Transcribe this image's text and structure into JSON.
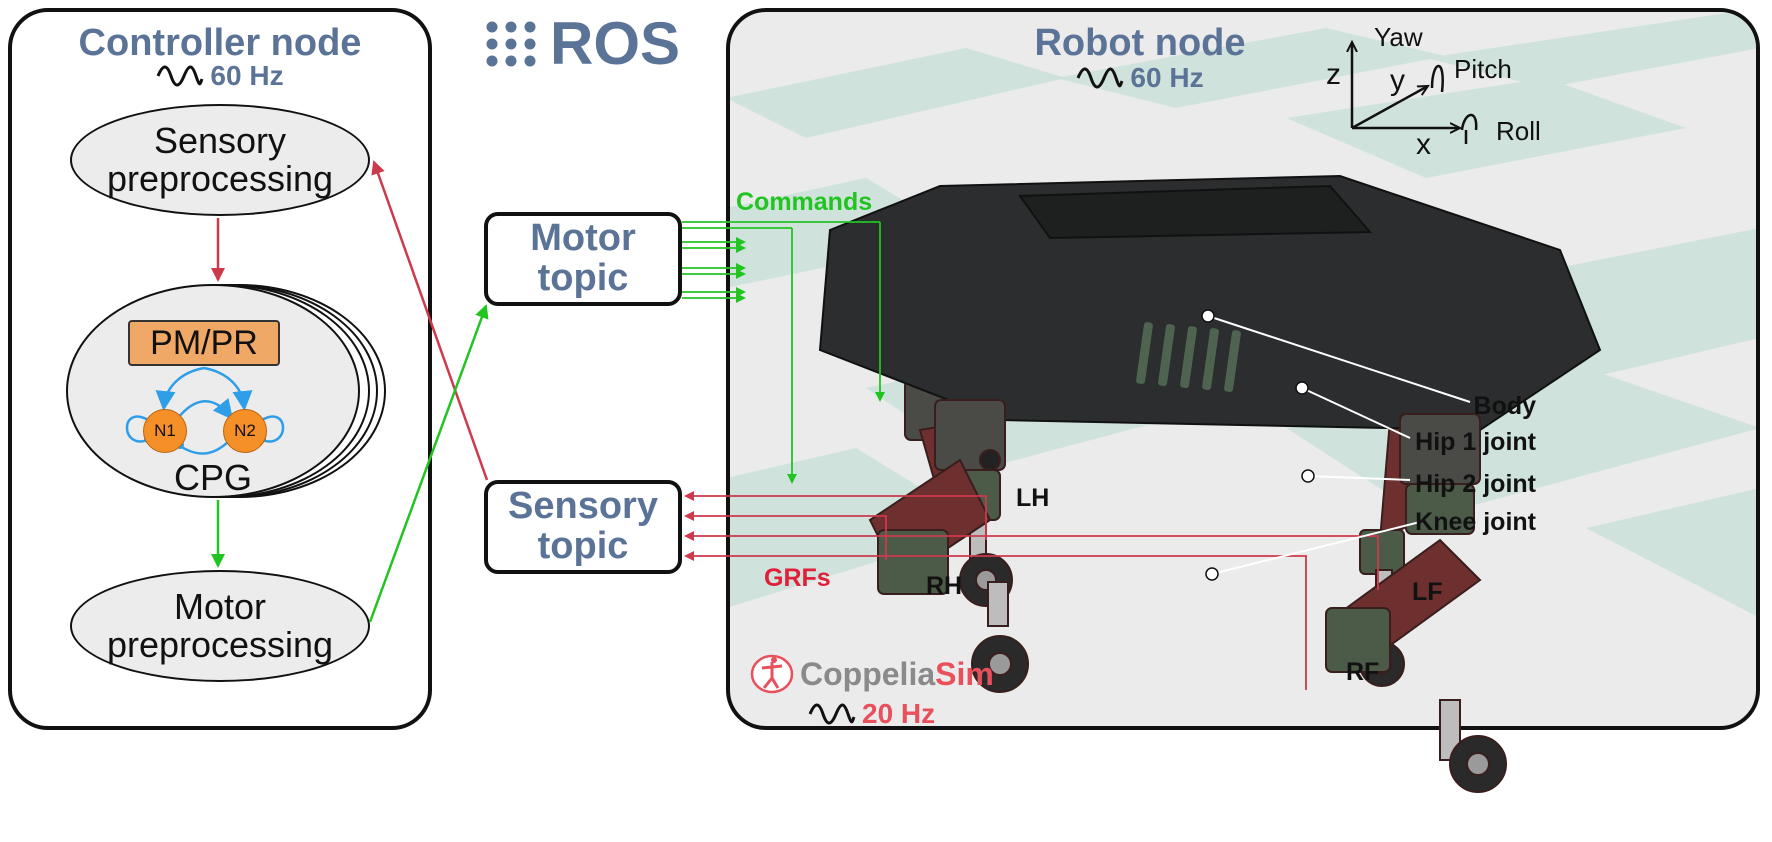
{
  "controller": {
    "title": "Controller node",
    "rate": "60 Hz",
    "sensory_line1": "Sensory",
    "sensory_line2": "preprocessing",
    "pmpr": "PM/PR",
    "n1": "N1",
    "n2": "N2",
    "cpg": "CPG",
    "motor_line1": "Motor",
    "motor_line2": "preprocessing"
  },
  "ros": {
    "label": "ROS"
  },
  "topics": {
    "motor_line1": "Motor",
    "motor_line2": "topic",
    "sensory_line1": "Sensory",
    "sensory_line2": "topic"
  },
  "robot": {
    "title": "Robot node",
    "rate": "60 Hz",
    "commands": "Commands",
    "grfs": "GRFs",
    "parts": {
      "body": "Body",
      "hip1": "Hip 1 joint",
      "hip2": "Hip 2 joint",
      "knee": "Knee joint"
    },
    "legs": {
      "lh": "LH",
      "rh": "RH",
      "lf": "LF",
      "rf": "RF"
    },
    "axes": {
      "z": "z",
      "y": "y",
      "x": "x",
      "yaw": "Yaw",
      "pitch": "Pitch",
      "roll": "Roll"
    }
  },
  "sim": {
    "name_a": "Coppelia",
    "name_b": "Sim",
    "rate": "20 Hz"
  },
  "colors": {
    "title": "#5b7396",
    "red_arrow": "#cc3a4c",
    "green_arrow": "#22c422",
    "cpg_box": "#f0a866",
    "neuron": "#f59028",
    "link": "#2f9ee8",
    "sim_red": "#e8505b"
  }
}
